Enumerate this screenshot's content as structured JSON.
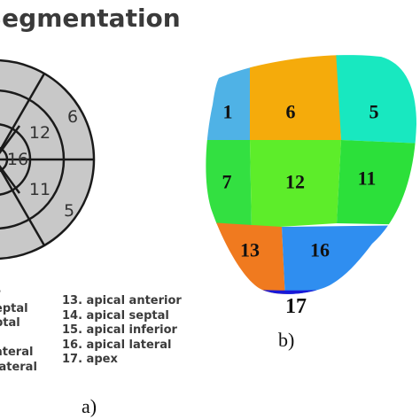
{
  "panel_a": {
    "title": "Segmentation",
    "bullseye_labels": [
      "16",
      "12",
      "6",
      "11",
      "5"
    ],
    "legend_left": [
      "r",
      "eptal",
      "ptal",
      "",
      "ateral",
      "lateral"
    ],
    "legend_right": [
      "13. apical anterior",
      "14. apical septal",
      "15. apical inferior",
      "16. apical lateral",
      "17. apex"
    ],
    "caption": "a)"
  },
  "panel_b": {
    "segments": [
      {
        "label": "1",
        "color": "#4fb2e6"
      },
      {
        "label": "6",
        "color": "#f5ab0b"
      },
      {
        "label": "5",
        "color": "#18e8c0"
      },
      {
        "label": "7",
        "color": "#33e041"
      },
      {
        "label": "12",
        "color": "#5ded2a"
      },
      {
        "label": "11",
        "color": "#2ce03a"
      },
      {
        "label": "13",
        "color": "#f07a1f"
      },
      {
        "label": "16",
        "color": "#2f8ef0"
      },
      {
        "label": "17",
        "color": "#1818d8"
      }
    ],
    "apex_accent_color": "#f0f020",
    "caption": "b)"
  }
}
